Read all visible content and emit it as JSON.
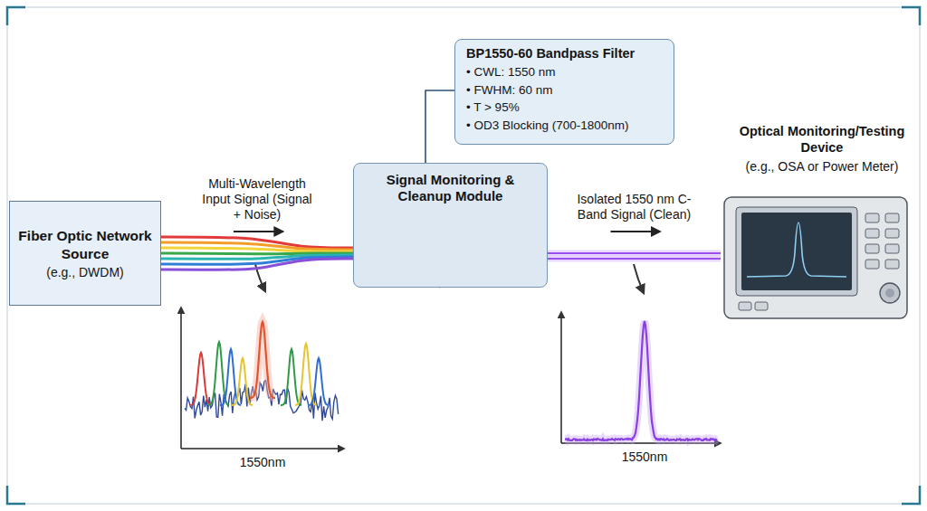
{
  "diagram": {
    "nodes": [
      {
        "text": [
          "Fiber Optic Network Source",
          "(e.g., DWDM)"
        ]
      },
      {
        "text": [
          "Signal Monitoring & Cleanup Module"
        ]
      },
      {
        "text": [
          "BP1550-60 Bandpass Filter",
          "• CWL: 1550 nm",
          "• FWHM: 60 nm",
          "• T > 95%",
          "• OD3 Blocking (700-1800nm)"
        ]
      },
      {
        "text": [
          "Optical Monitoring/Testing Device",
          "(e.g., OSA or Power Meter)"
        ]
      }
    ],
    "edges": [
      {
        "from": 0,
        "to": 1,
        "label": "Multi-Wavelength Input Signal (Signal + Noise)",
        "arrow": "to"
      },
      {
        "from": 1,
        "to": 3,
        "label": "Isolated 1550 nm C-Band Signal (Clean)",
        "arrow": "to"
      },
      {
        "from": 2,
        "to": 1,
        "arrow": "none"
      }
    ],
    "labels": [
      "1550nm",
      "1550nm"
    ]
  }
}
